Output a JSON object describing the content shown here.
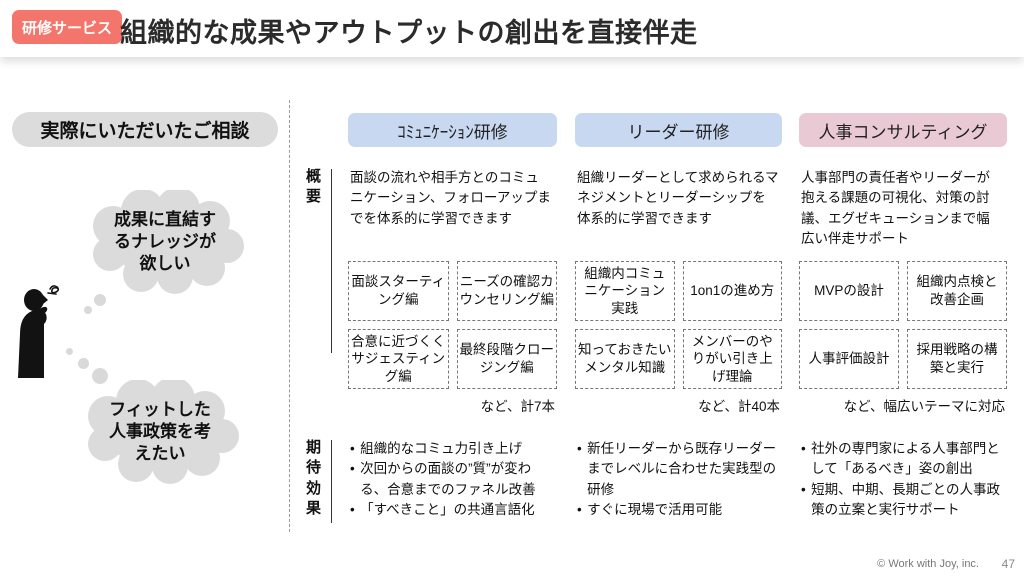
{
  "header": {
    "badge": "研修サービス",
    "title": "組織的な成果やアウトプットの創出を直接伴走"
  },
  "left_panel": {
    "heading": "実際にいただいたご相談",
    "thoughts": [
      "成果に直結するナレッジが欲しい",
      "フィットした人事政策を考えたい"
    ]
  },
  "row_labels": {
    "overview": "概要",
    "effects": "期待効果"
  },
  "columns": [
    {
      "header": "ｺﾐｭﾆｹｰｼｮﾝ研修",
      "overview": "面談の流れや相手方とのコミュニケーション、フォローアップまでを体系的に学習できます",
      "courses": [
        "面談スターティング編",
        "ニーズの確認カウンセリング編",
        "合意に近づくくサジェスティング編",
        "最終段階クロージング編"
      ],
      "note": "など、計7本",
      "effects": [
        "組織的なコミュ力引き上げ",
        "次回からの面談の”質”が変わる、合意までのファネル改善",
        "「すべきこと」の共通言語化"
      ]
    },
    {
      "header": "リーダー研修",
      "overview": "組織リーダーとして求められるマネジメントとリーダーシップを体系的に学習できます",
      "courses": [
        "組織内コミュニケーション実践",
        "1on1の進め方",
        "知っておきたいメンタル知識",
        "メンバーのやりがい引き上げ理論"
      ],
      "note": "など、計40本",
      "effects": [
        "新任リーダーから既存リーダーまでレベルに合わせた実践型の研修",
        "すぐに現場で活用可能"
      ]
    },
    {
      "header": "人事コンサルティング",
      "overview": "人事部門の責任者やリーダーが抱える課題の可視化、対策の討議、エグゼキューションまで幅広い伴走サポート",
      "courses": [
        "MVPの設計",
        "組織内点検と改善企画",
        "人事評価設計",
        "採用戦略の構築と実行"
      ],
      "note": "など、幅広いテーマに対応",
      "effects": [
        "社外の専門家による人事部門として「あるべき」姿の創出",
        "短期、中期、長期ごとの人事政策の立案と実行サポート"
      ]
    }
  ],
  "colors": {
    "badge": "#f4756c",
    "header_blue": "#c8d8f1",
    "header_pink": "#e9cad4",
    "bubble_gray": "#dcdcdc"
  },
  "footer": {
    "copyright": "© Work with Joy, inc.",
    "page_number": "47"
  }
}
